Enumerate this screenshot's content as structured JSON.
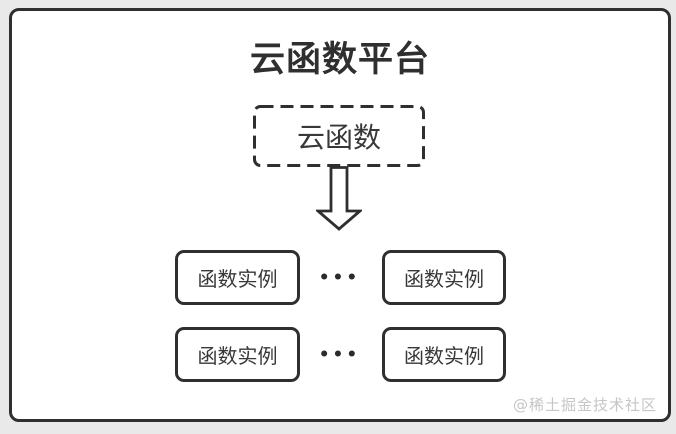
{
  "diagram": {
    "title": "云函数平台",
    "cloud_function": {
      "label": "云函数"
    },
    "arrow": {
      "icon": "down-arrow-outline"
    },
    "rows": [
      {
        "left_label": "函数实例",
        "dots": "•••",
        "right_label": "函数实例"
      },
      {
        "left_label": "函数实例",
        "dots": "•••",
        "right_label": "函数实例"
      }
    ],
    "watermark": "@稀土掘金技术社区",
    "colors": {
      "background": "#e9e9e9",
      "card_background": "#ffffff",
      "stroke": "#2f2f2f",
      "text": "#383838",
      "watermark": "#c6c6c6"
    }
  }
}
